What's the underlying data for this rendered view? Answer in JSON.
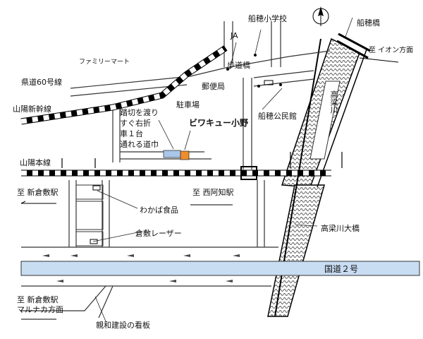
{
  "labels": {
    "funao_elementary": "船穂小学校",
    "funao_bridge": "船穂橋",
    "to_aeon": "至 イオン方面",
    "ja": "JA",
    "family_mart": "ファミリーマート",
    "footbridge": "歩道橋",
    "post_office": "郵便局",
    "prefectural_road": "県道60号線",
    "shinkansen": "山陽新幹線",
    "parking": "駐車場",
    "crossing_note": [
      "踏切を渡り",
      "すぐ右折",
      "車１台",
      "通れる道巾"
    ],
    "store_name": "ビワキュー小野",
    "kominkan": "船穂公民館",
    "river": "高梁川",
    "sanyo_main": "山陽本線",
    "to_shinkurashiki": "至 新倉敷駅",
    "to_nishiachi": "至 西阿知駅",
    "wakaba": "わかば食品",
    "kurashiki_laser": "倉敷レーザー",
    "takahashi_bridge": "高梁川大橋",
    "route2": "国道２号",
    "to_shinkurashiki_marunaka": [
      "至 新倉敷駅",
      "マルナカ方面"
    ],
    "shinwa_sign": "親和建設の看板"
  },
  "colors": {
    "route2_fill": "#c8dcf2",
    "destination": "#f08c2a",
    "parking_area": "#a9c7ea",
    "rail": "#000000",
    "river_pattern": "#555555"
  },
  "icons": {
    "north": "north-arrow-icon",
    "destination": "orange-square-icon"
  }
}
